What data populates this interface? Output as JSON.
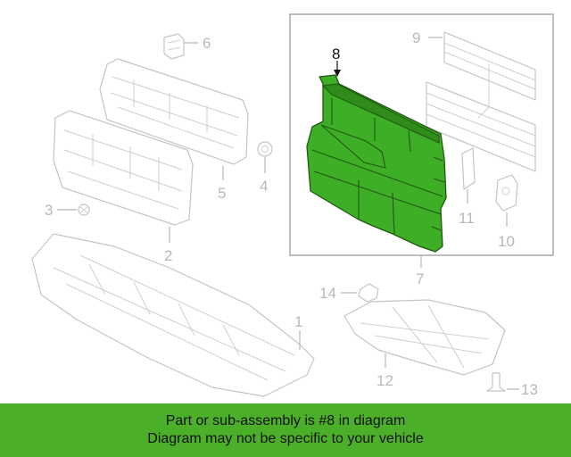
{
  "diagram": {
    "highlight_color": "#3fae27",
    "border_color": "#a8a8a8",
    "callouts": [
      {
        "id": "1",
        "label": "1"
      },
      {
        "id": "2",
        "label": "2"
      },
      {
        "id": "3",
        "label": "3"
      },
      {
        "id": "4",
        "label": "4"
      },
      {
        "id": "5",
        "label": "5"
      },
      {
        "id": "6",
        "label": "6"
      },
      {
        "id": "7",
        "label": "7"
      },
      {
        "id": "8",
        "label": "8"
      },
      {
        "id": "9",
        "label": "9"
      },
      {
        "id": "10",
        "label": "10"
      },
      {
        "id": "11",
        "label": "11"
      },
      {
        "id": "12",
        "label": "12"
      },
      {
        "id": "13",
        "label": "13"
      },
      {
        "id": "14",
        "label": "14"
      }
    ],
    "highlighted_part": "8"
  },
  "banner": {
    "line1": "Part or sub-assembly is #8 in diagram",
    "line2": "Diagram may not be specific to your vehicle",
    "color": "#4caf2a"
  }
}
